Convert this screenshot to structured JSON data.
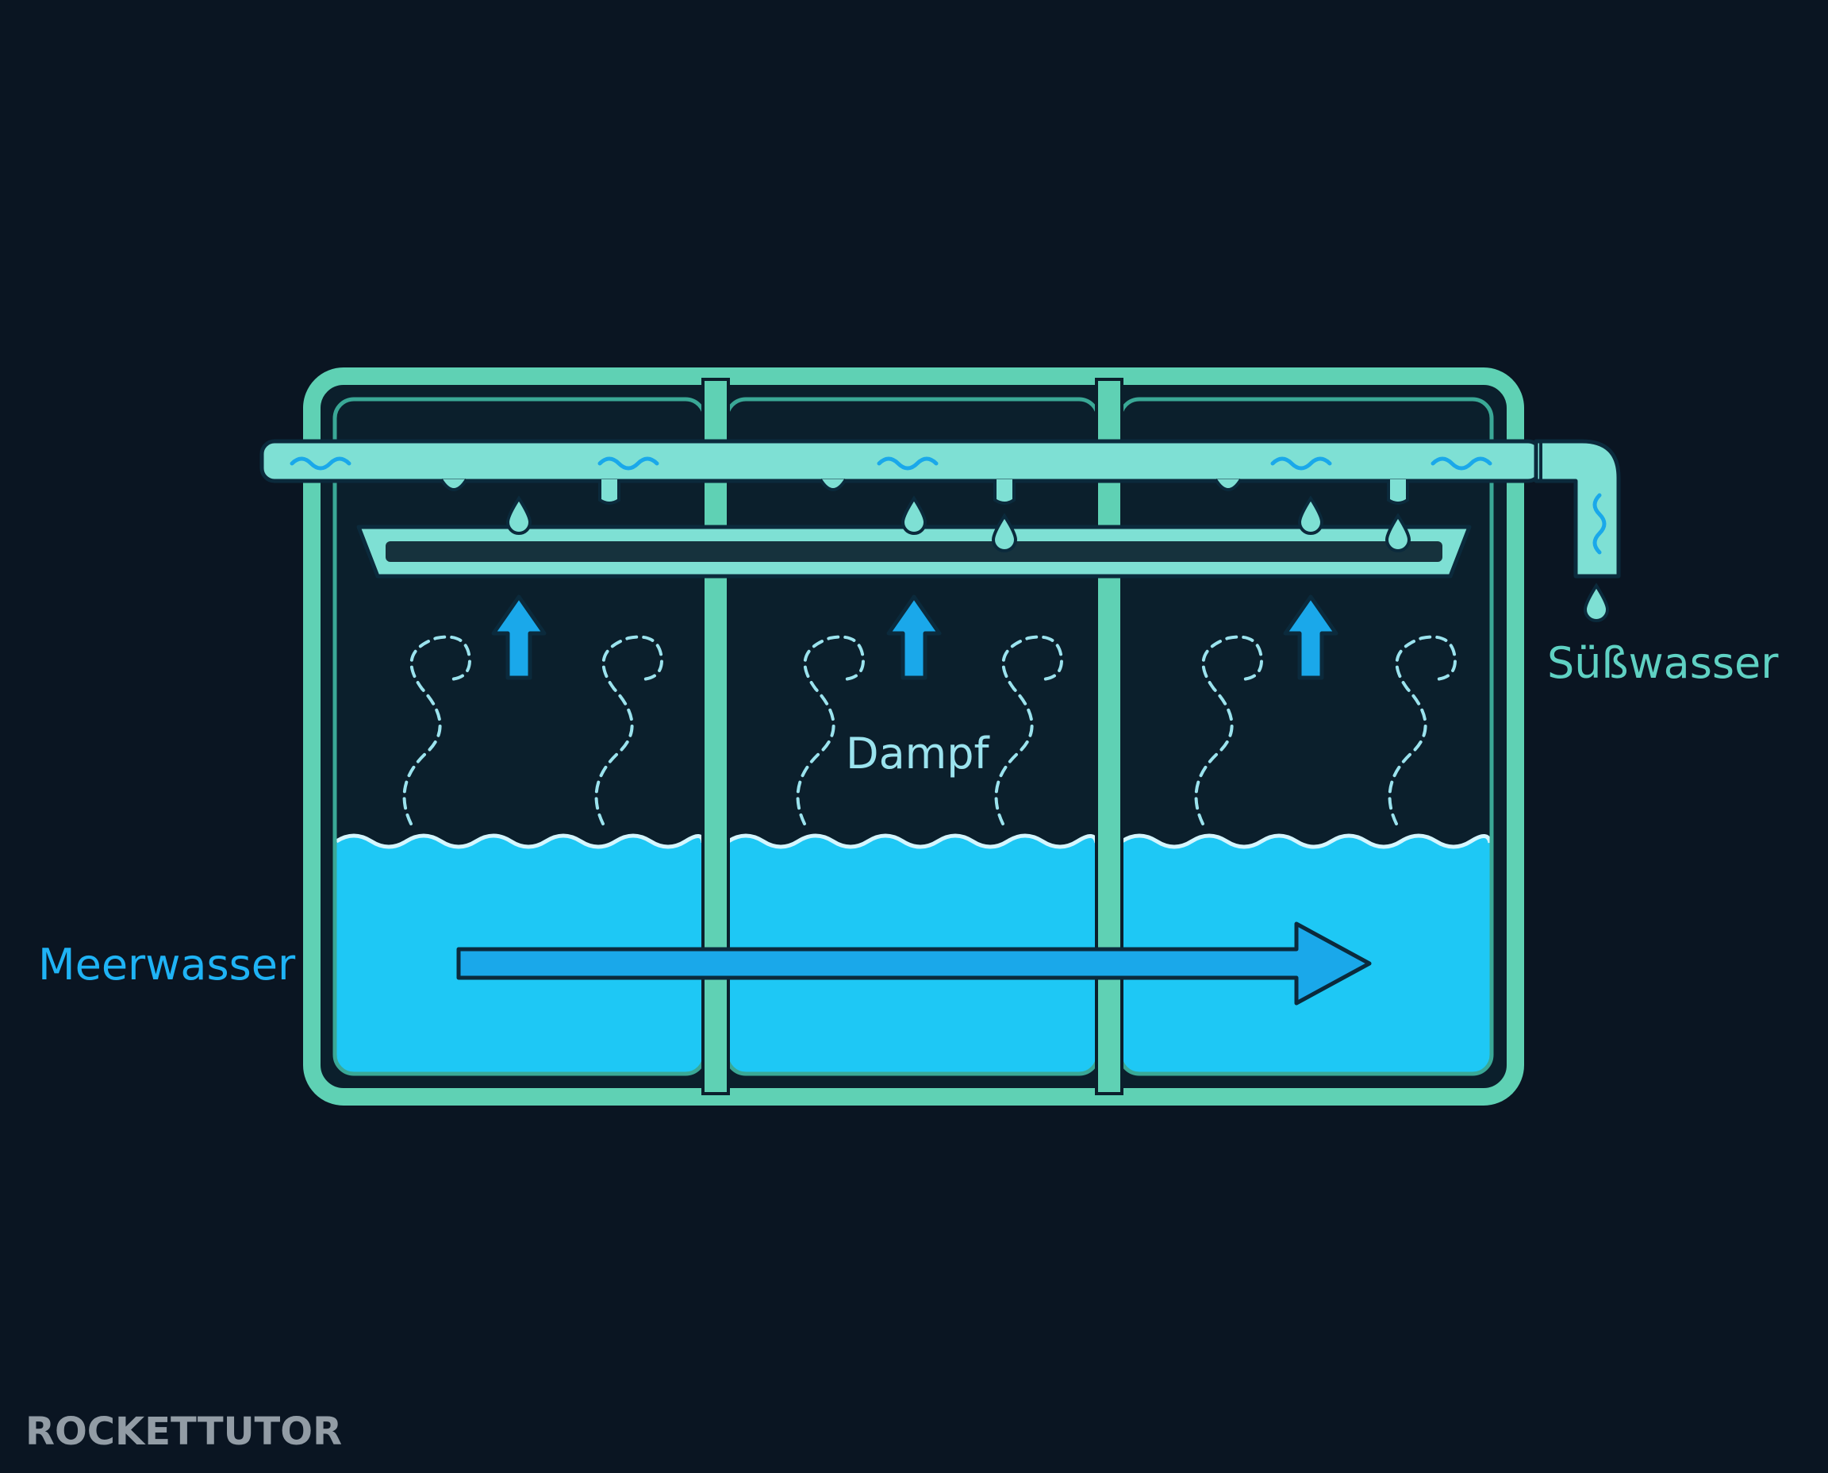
{
  "diagram": {
    "labels": {
      "seawater": "Meerwasser",
      "steam": "Dampf",
      "freshwater": "Süßwasser"
    },
    "stage_count": 3
  },
  "watermark": {
    "text": "ROCKETTUTOR"
  },
  "colors": {
    "background": "#0a1522",
    "tank_outline": "#5fd1b4",
    "water": "#1ec8f5",
    "pipe": "#7ee0d4",
    "seawater_label": "#1fb3f5",
    "steam_label": "#9be3ee",
    "freshwater_label": "#5fd1c3",
    "arrow": "#1aa8ea"
  }
}
